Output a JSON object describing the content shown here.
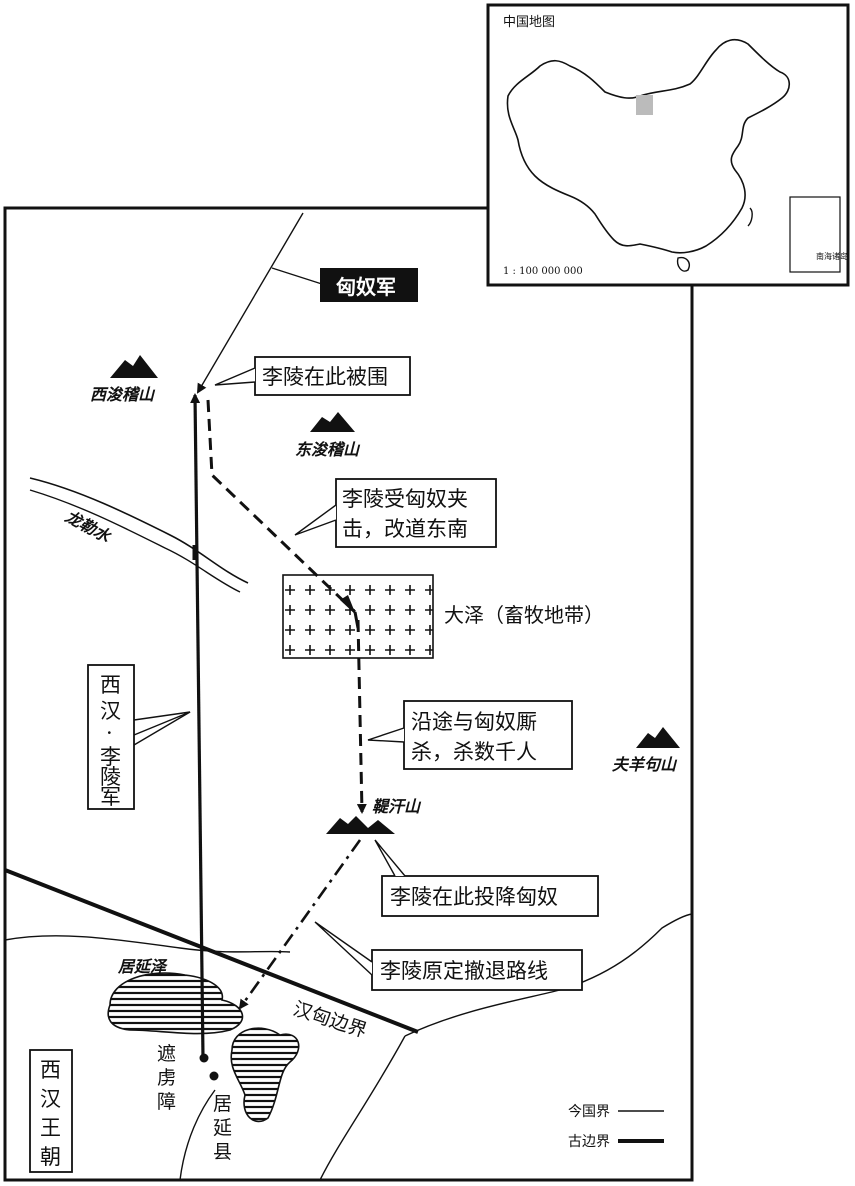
{
  "inset": {
    "title": "中国地图",
    "scale": "1 : 100 000 000",
    "sea_label": "南海诸岛"
  },
  "forces": {
    "xiongnu_army": "匈奴军",
    "li_ling_army_lines": [
      "西",
      "汉",
      "·",
      "李",
      "陵",
      "军"
    ]
  },
  "callouts": {
    "besieged": "李陵在此被围",
    "attacked_line1": "李陵受匈奴夹",
    "attacked_line2": "击，改道东南",
    "fought_line1": "沿途与匈奴厮",
    "fought_line2": "杀，杀数千人",
    "surrendered": "李陵在此投降匈奴",
    "planned_retreat": "李陵原定撤退路线"
  },
  "places": {
    "west_junji": "西浚稽山",
    "east_junji": "东浚稽山",
    "longle_river": "龙勒水",
    "daze": "大泽（畜牧地带）",
    "fuyangju": "夫羊句山",
    "tijian": "鞮汗山",
    "juyanze": "居延泽",
    "zhehu_lines": [
      "遮",
      "虏",
      "障"
    ],
    "juyan_county_lines": [
      "居",
      "延",
      "县"
    ],
    "border_label": "汉匈边界",
    "western_han_lines": [
      "西",
      "汉",
      "王",
      "朝"
    ]
  },
  "legend": {
    "modern_border": "今国界",
    "ancient_border": "古边界"
  }
}
